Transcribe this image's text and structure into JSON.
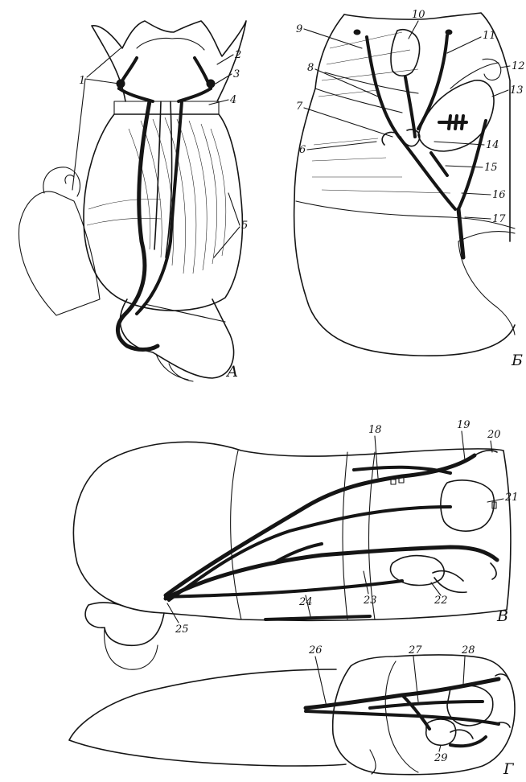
{
  "panels": [
    {
      "id": "A",
      "letter": "А"
    },
    {
      "id": "B",
      "letter": "Б"
    },
    {
      "id": "C",
      "letter": "В"
    },
    {
      "id": "D",
      "letter": "Г"
    }
  ],
  "labels": [
    "1",
    "2",
    "3",
    "4",
    "5",
    "6",
    "7",
    "8",
    "9",
    "10",
    "11",
    "12",
    "13",
    "14",
    "15",
    "16",
    "17",
    "18",
    "19",
    "20",
    "21",
    "22",
    "23",
    "24",
    "25",
    "26",
    "27",
    "28",
    "29"
  ]
}
